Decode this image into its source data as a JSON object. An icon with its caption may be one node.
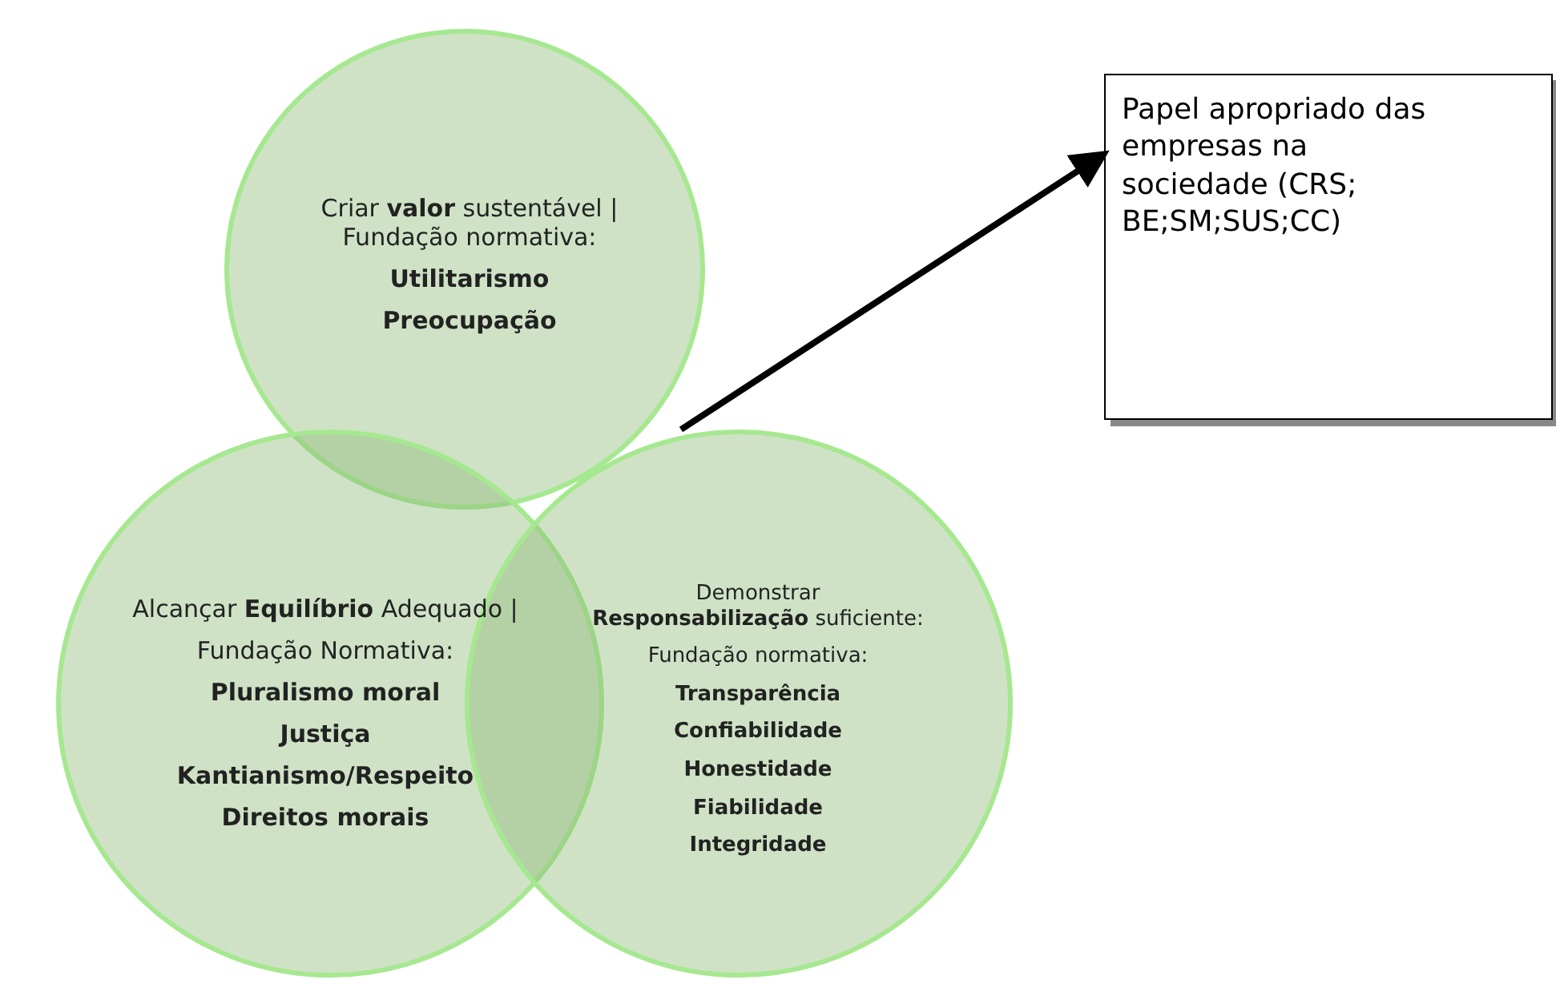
{
  "diagram": {
    "nodes": [
      {
        "text": [
          "Criar **valor** sustentável | Fundação normativa:",
          "Utilitarismo",
          "Preocupação"
        ]
      },
      {
        "text": [
          "Alcançar **Equilíbrio** Adequado |",
          "Fundação Normativa:",
          "Pluralismo moral",
          "Justiça",
          "Kantianismo/Respeito",
          "Direitos morais"
        ]
      },
      {
        "text": [
          "Demonstrar **Responsabilização** suficiente:",
          "Fundação normativa:",
          "Transparência",
          "Confiabilidade",
          "Honestidade",
          "Fiabilidade",
          "Integridade"
        ]
      },
      {
        "text": [
          "Papel apropriado das empresas na sociedade (CRS; BE;SM;SUS;CC)"
        ]
      }
    ],
    "edges": [
      {
        "from": 0,
        "to": 3,
        "arrow": "to"
      }
    ]
  }
}
